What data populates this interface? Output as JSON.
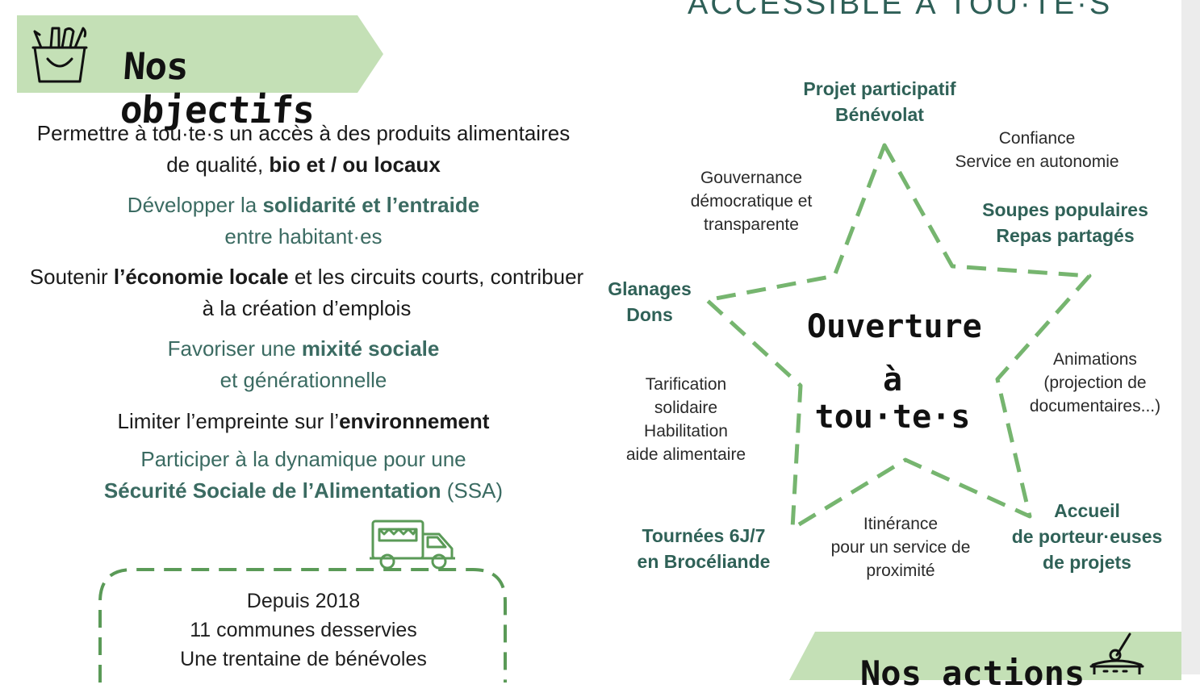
{
  "header": {
    "title": "Nos objectifs",
    "top_heading": "ACCESSIBLE À TOU·TE·S"
  },
  "objectives": [
    {
      "pre": "Permettre à tou·te·s un accès à des produits alimentaires de qualité, ",
      "strong": "bio et / ou locaux",
      "post": ""
    },
    {
      "pre": "Développer la ",
      "strong": "solidarité et l’entraide",
      "post": " entre habitant·es"
    },
    {
      "pre": "Soutenir ",
      "strong": "l’économie locale",
      "post": " et les circuits courts, contribuer à la création d’emplois"
    },
    {
      "pre": "Favoriser une ",
      "strong": "mixité sociale",
      "post": " et générationnelle"
    },
    {
      "pre": "Limiter l’empreinte sur l’",
      "strong": "environnement",
      "post": ""
    },
    {
      "pre": "Participer à la dynamique pour une ",
      "strong": "Sécurité Sociale de l’Alimentation",
      "post": " (SSA)"
    }
  ],
  "star": {
    "center_line1": "Ouverture",
    "center_line2": "à tou·te·s",
    "labels": {
      "projet_1": "Projet participatif",
      "projet_2": "Bénévolat",
      "confiance_1": "Confiance",
      "confiance_2": "Service en autonomie",
      "gouv_1": "Gouvernance",
      "gouv_2": "démocratique et",
      "gouv_3": "transparente",
      "soupes_1": "Soupes populaires",
      "soupes_2": "Repas partagés",
      "glanages_1": "Glanages",
      "glanages_2": "Dons",
      "anim_1": "Animations",
      "anim_2": "(projection de",
      "anim_3": "documentaires...)",
      "tarif_1": "Tarification",
      "tarif_2": "solidaire",
      "tarif_3": "Habilitation",
      "tarif_4": "aide alimentaire",
      "tournees_1": "Tournées 6J/7",
      "tournees_2": "en Brocéliande",
      "itin_1": "Itinérance",
      "itin_2": "pour un service de",
      "itin_3": "proximité",
      "accueil_1": "Accueil",
      "accueil_2": "de porteur·euses",
      "accueil_3": "de projets"
    }
  },
  "info_box": {
    "line1": "Depuis 2018",
    "line2": "11 communes desservies",
    "line3": "Une trentaine de bénévoles"
  },
  "footer": {
    "title": "Nos actions"
  },
  "colors": {
    "banner_green": "#c4e0b6",
    "dash_green": "#76b56f",
    "text_green": "#3b6b62"
  },
  "icons": [
    "grocery-basket-icon",
    "food-truck-icon",
    "soup-pot-icon"
  ]
}
